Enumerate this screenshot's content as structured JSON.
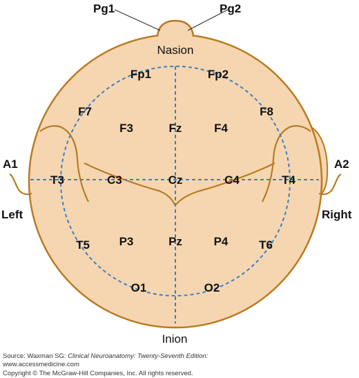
{
  "labels": {
    "pg1": "Pg1",
    "pg2": "Pg2",
    "nasion": "Nasion",
    "inion": "Inion",
    "a1": "A1",
    "a2": "A2",
    "left": "Left",
    "right": "Right"
  },
  "electrodes": {
    "fp1": "Fp1",
    "fp2": "Fp2",
    "f7": "F7",
    "f3": "F3",
    "fz": "Fz",
    "f4": "F4",
    "f8": "F8",
    "t3": "T3",
    "c3": "C3",
    "cz": "Cz",
    "c4": "C4",
    "t4": "T4",
    "t5": "T5",
    "p3": "P3",
    "pz": "Pz",
    "p4": "P4",
    "t6": "T6",
    "o1": "O1",
    "o2": "O2"
  },
  "caption": {
    "source_prefix": "Source: Waxman SG: ",
    "source_title": "Clinical Neuroanatomy: Twenty-Seventh Edition:",
    "url": "www.accessmedicine.com",
    "copyright": "Copyright © The McGraw-Hill Companies, Inc. All rights reserved."
  },
  "colors": {
    "head_fill": "#f6d6b0",
    "outline": "#b87a22",
    "dashed": "#3b7fc4"
  }
}
